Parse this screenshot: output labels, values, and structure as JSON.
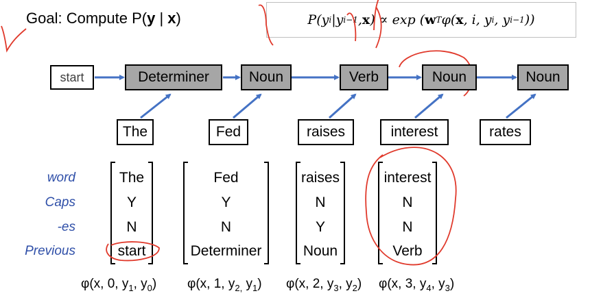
{
  "title": {
    "prefix": "Goal: Compute P(",
    "y": "y",
    "mid": " | ",
    "x": "x",
    "suffix": ")"
  },
  "formula": "P(y_i|y_{i-1}, x) ∝ exp(w^T φ(x, i, y_i, y_{i-1}))",
  "chain": {
    "start": "start",
    "tags": [
      "Determiner",
      "Noun",
      "Verb",
      "Noun",
      "Noun"
    ],
    "words": [
      "The",
      "Fed",
      "raises",
      "interest",
      "rates"
    ]
  },
  "features": {
    "row_labels": [
      "word",
      "Caps",
      "-es",
      "Previous"
    ],
    "vectors": [
      {
        "word": "The",
        "caps": "Y",
        "es": "N",
        "previous": "start",
        "phi": {
          "i": "0",
          "y": "y1",
          "prev": "y0"
        }
      },
      {
        "word": "Fed",
        "caps": "Y",
        "es": "N",
        "previous": "Determiner",
        "phi": {
          "i": "1",
          "y": "y2,",
          "prev": "y1"
        }
      },
      {
        "word": "raises",
        "caps": "N",
        "es": "Y",
        "previous": "Noun",
        "phi": {
          "i": "2",
          "y": "y3",
          "prev": "y2"
        }
      },
      {
        "word": "interest",
        "caps": "N",
        "es": "N",
        "previous": "Verb",
        "phi": {
          "i": "3",
          "y": "y4",
          "prev": "y3"
        }
      }
    ]
  },
  "colors": {
    "arrow": "#4472c4",
    "tag_fill": "#a6a6a6",
    "row_label": "#2f4fa8",
    "annotation": "#e0392b"
  }
}
